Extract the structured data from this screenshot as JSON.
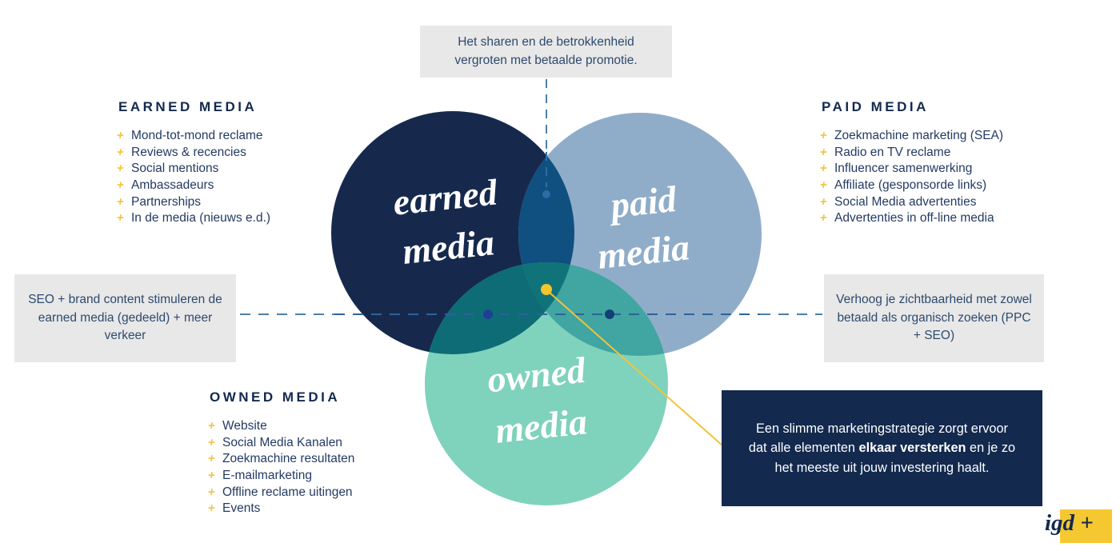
{
  "venn": {
    "earned": {
      "line1": "earned",
      "line2": "media"
    },
    "paid": {
      "line1": "paid",
      "line2": "media"
    },
    "owned": {
      "line1": "owned",
      "line2": "media"
    }
  },
  "sections": {
    "earned": {
      "heading": "EARNED MEDIA",
      "bullet": "+",
      "items": [
        "Mond-tot-mond reclame",
        "Reviews & recencies",
        "Social mentions",
        "Ambassadeurs",
        "Partnerships",
        "In de media (nieuws e.d.)"
      ]
    },
    "paid": {
      "heading": "PAID MEDIA",
      "bullet": "+",
      "items": [
        "Zoekmachine marketing (SEA)",
        "Radio en TV reclame",
        "Influencer samenwerking",
        "Affiliate (gesponsorde links)",
        "Social Media advertenties",
        "Advertenties in off-line media"
      ]
    },
    "owned": {
      "heading": "OWNED MEDIA",
      "bullet": "+",
      "items": [
        "Website",
        "Social Media Kanalen",
        "Zoekmachine resultaten",
        "E-mailmarketing",
        "Offline reclame uitingen",
        "Events"
      ]
    }
  },
  "callouts": {
    "top": "Het sharen en de betrokkenheid vergroten met betaalde promotie.",
    "left": "SEO + brand content stimuleren de earned media (gedeeld) + meer verkeer",
    "right": "Verhoog je zichtbaarheid met zowel betaald als organisch zoeken (PPC + SEO)",
    "strategy": {
      "part1": "Een slimme marketingstrategie zorgt ervoor dat alle elementen ",
      "bold": "elkaar versterken",
      "part2": " en je zo het meeste uit jouw investering haalt."
    }
  },
  "logo": {
    "text": "igd +"
  },
  "colors": {
    "earned_circle": "#16294d",
    "paid_circle": "#8fadc9",
    "owned_circle": "#7fd2bc",
    "earned_paid_overlap": "#0f5080",
    "earned_owned_overlap": "#0d6c75",
    "paid_owned_overlap": "#41a5a1",
    "triple_overlap": "#11737a",
    "accent_yellow": "#f2c52d",
    "navy_text": "#13294e",
    "callout_bg": "#e8e8e8",
    "dash_blue": "#4d7fa8",
    "dash_blue_inner": "#2d6398"
  }
}
